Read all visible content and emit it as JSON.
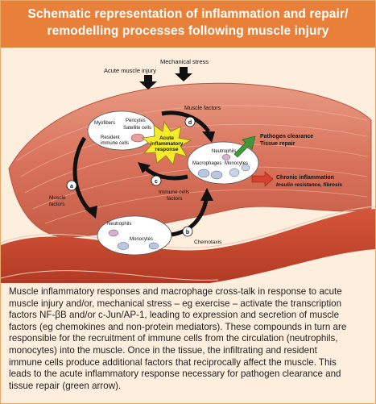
{
  "header": {
    "title_line1": "Schematic representation of inflammation and repair/",
    "title_line2": "remodelling processes following muscle injury"
  },
  "diagram": {
    "inputs": {
      "acute_injury": "Acute muscle injury",
      "mechanical_stress": "Mechanical stress"
    },
    "muscle_cells": {
      "myofibers": "Myofibers",
      "pericytes": "Pericytes",
      "satellite": "Satellite cells",
      "resident_immune_line1": "Resident",
      "resident_immune_line2": "immune cells"
    },
    "center": {
      "line1": "Acute",
      "line2": "inflammatory",
      "line3": "response"
    },
    "infiltrate": {
      "neutrophils": "Neutrophils",
      "macrophages": "Macrophages",
      "monocytes": "Monocytes"
    },
    "circulation": {
      "neutrophils": "Neutrophils",
      "monocytes": "Monocytes"
    },
    "arrows": {
      "muscle_factors_top": "Muscle factors",
      "immune_factors_line1": "Immune cells",
      "immune_factors_line2": "factors",
      "muscle_factors_left_line1": "Muscle",
      "muscle_factors_left_line2": "factors",
      "chemotaxis": "Chemotaxis"
    },
    "steps": {
      "a": "a",
      "b": "b",
      "c": "c",
      "d": "d"
    },
    "outcomes": {
      "good_line1": "Pathogen clearance",
      "good_line2": "Tissue repair",
      "bad_line1": "Chronic inflammation",
      "bad_line2": "Insulin resistance, fibrosis"
    }
  },
  "caption": {
    "line1": "Muscle inflammatory responses and macrophage cross-talk in response to acute",
    "line2": "muscle injury and/or, mechanical stress – eg exercise – activate the transcription",
    "line3": "factors NF-βB and/or c-Jun/AP-1, leading to expression and secretion of muscle",
    "line4": "factors (eg chemokines and non-protein mediators). These compounds in turn are",
    "line5": "responsible for the recruitment of immune cells from the circulation (neutrophils,",
    "line6": "monocytes) into the muscle. Once in the tissue, the infiltrating and resident",
    "line7": "immune cells produce additional factors that reciprocally affect the muscle. This",
    "line8": "leads to the acute inflammatory response necessary for pathogen clearance and",
    "line9": "tissue repair (green arrow)."
  },
  "colors": {
    "header": "#e8803a",
    "background": "#fdeedd",
    "muscle": "#d9735c",
    "vessel": "#c8452c",
    "good_arrow": "#3f9a3a",
    "bad_arrow": "#d8412c",
    "star": "#f3ec2c"
  }
}
